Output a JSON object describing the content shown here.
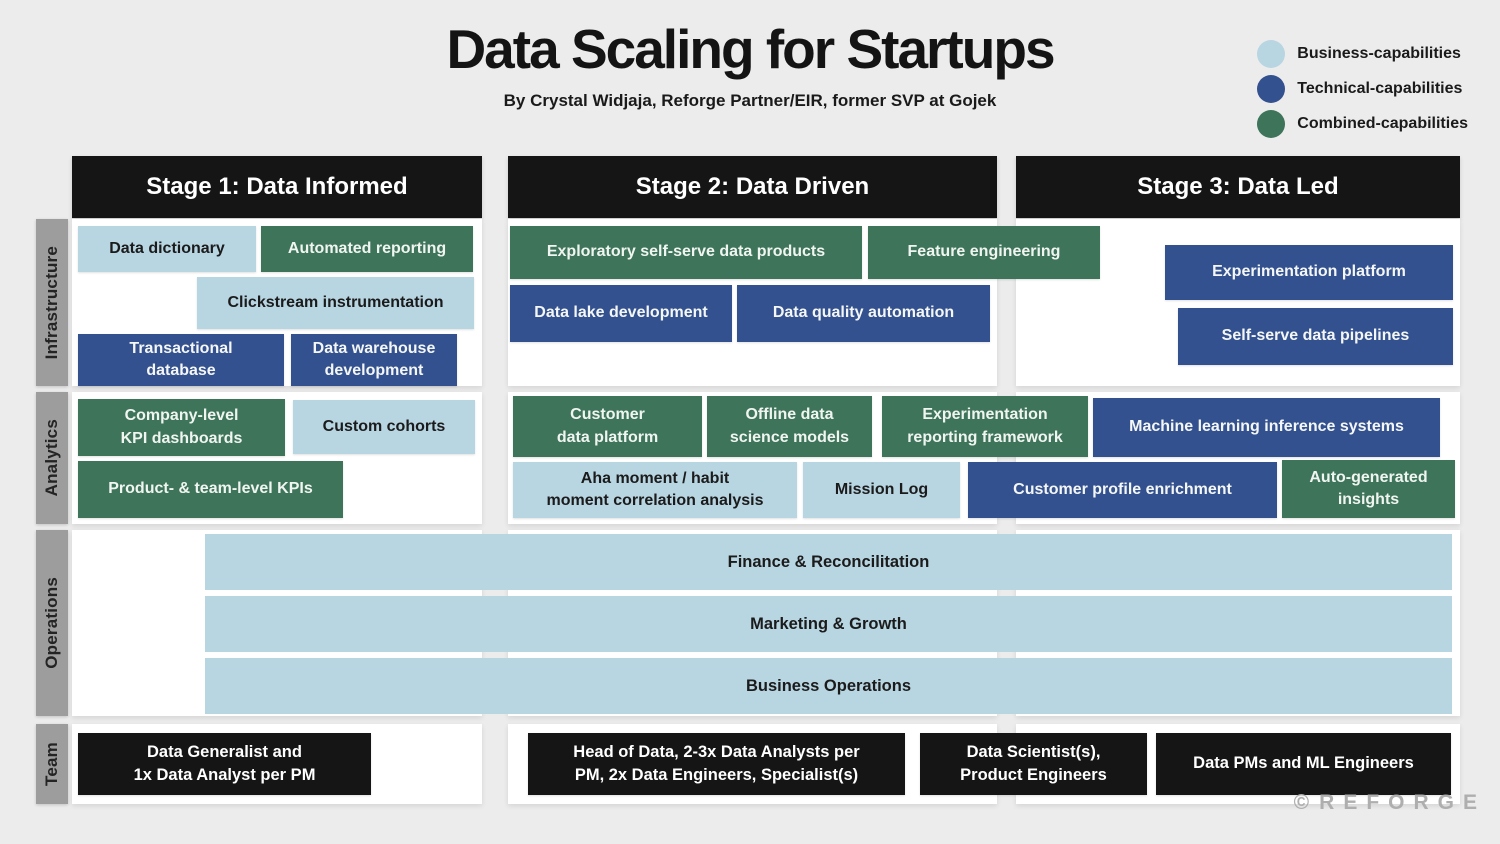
{
  "header": {
    "title": "Data Scaling for Startups",
    "subtitle": "By Crystal Widjaja, Reforge Partner/EIR, former SVP at Gojek"
  },
  "legend": [
    {
      "label": "Business-capabilities",
      "type": "business"
    },
    {
      "label": "Technical-capabilities",
      "type": "technical"
    },
    {
      "label": "Combined-capabilities",
      "type": "combined"
    }
  ],
  "colors": {
    "business": "#b8d5e2",
    "technical": "#33508f",
    "combined": "#3e7459",
    "header-bg": "#151515",
    "row-label-bg": "#9d9d9d",
    "page-bg": "#ececec",
    "panel-bg": "#ffffff",
    "footer-gray": "#aeaeae"
  },
  "row_labels": [
    "Infrastructure",
    "Analytics",
    "Operations",
    "Team"
  ],
  "stages": [
    {
      "header": "Stage 1: Data Informed",
      "infrastructure": [
        {
          "lines": [
            "Data dictionary"
          ],
          "type": "business"
        },
        {
          "lines": [
            "Automated reporting"
          ],
          "type": "combined"
        },
        {
          "lines": [
            "Clickstream instrumentation"
          ],
          "type": "business"
        },
        {
          "lines": [
            "Transactional",
            "database"
          ],
          "type": "technical"
        },
        {
          "lines": [
            "Data warehouse",
            "development"
          ],
          "type": "technical"
        }
      ],
      "analytics": [
        {
          "lines": [
            "Company-level",
            "KPI dashboards"
          ],
          "type": "combined"
        },
        {
          "lines": [
            "Custom cohorts"
          ],
          "type": "business"
        },
        {
          "lines": [
            "Product- & team-level KPIs"
          ],
          "type": "combined"
        }
      ],
      "team": [
        {
          "lines": [
            "Data Generalist and",
            "1x Data Analyst per PM"
          ]
        }
      ]
    },
    {
      "header": "Stage 2: Data Driven",
      "infrastructure": [
        {
          "lines": [
            "Exploratory self-serve data products"
          ],
          "type": "combined"
        },
        {
          "lines": [
            "Feature engineering"
          ],
          "type": "combined"
        },
        {
          "lines": [
            "Data lake development"
          ],
          "type": "technical"
        },
        {
          "lines": [
            "Data quality automation"
          ],
          "type": "technical"
        }
      ],
      "analytics": [
        {
          "lines": [
            "Customer",
            "data platform"
          ],
          "type": "combined"
        },
        {
          "lines": [
            "Offline data",
            "science models"
          ],
          "type": "combined"
        },
        {
          "lines": [
            "Experimentation",
            "reporting framework"
          ],
          "type": "combined"
        },
        {
          "lines": [
            "Aha moment / habit",
            "moment correlation analysis"
          ],
          "type": "business"
        },
        {
          "lines": [
            "Mission Log"
          ],
          "type": "business"
        }
      ],
      "team": [
        {
          "lines": [
            "Head of Data, 2-3x Data Analysts per",
            "PM, 2x Data Engineers, Specialist(s)"
          ]
        },
        {
          "lines": [
            "Data Scientist(s),",
            "Product Engineers"
          ]
        }
      ]
    },
    {
      "header": "Stage 3: Data Led",
      "infrastructure": [
        {
          "lines": [
            "Experimentation platform"
          ],
          "type": "technical"
        },
        {
          "lines": [
            "Self-serve data pipelines"
          ],
          "type": "technical"
        }
      ],
      "analytics": [
        {
          "lines": [
            "Machine learning inference systems"
          ],
          "type": "technical"
        },
        {
          "lines": [
            "Customer profile enrichment"
          ],
          "type": "technical"
        },
        {
          "lines": [
            "Auto-generated",
            "insights"
          ],
          "type": "combined"
        }
      ],
      "team": [
        {
          "lines": [
            "Data PMs and ML Engineers"
          ]
        }
      ]
    }
  ],
  "operations": {
    "bars": [
      "Finance & Reconcilitation",
      "Marketing & Growth",
      "Business Operations"
    ]
  },
  "footer": {
    "copyright": "©",
    "brand": "REFORGE"
  }
}
